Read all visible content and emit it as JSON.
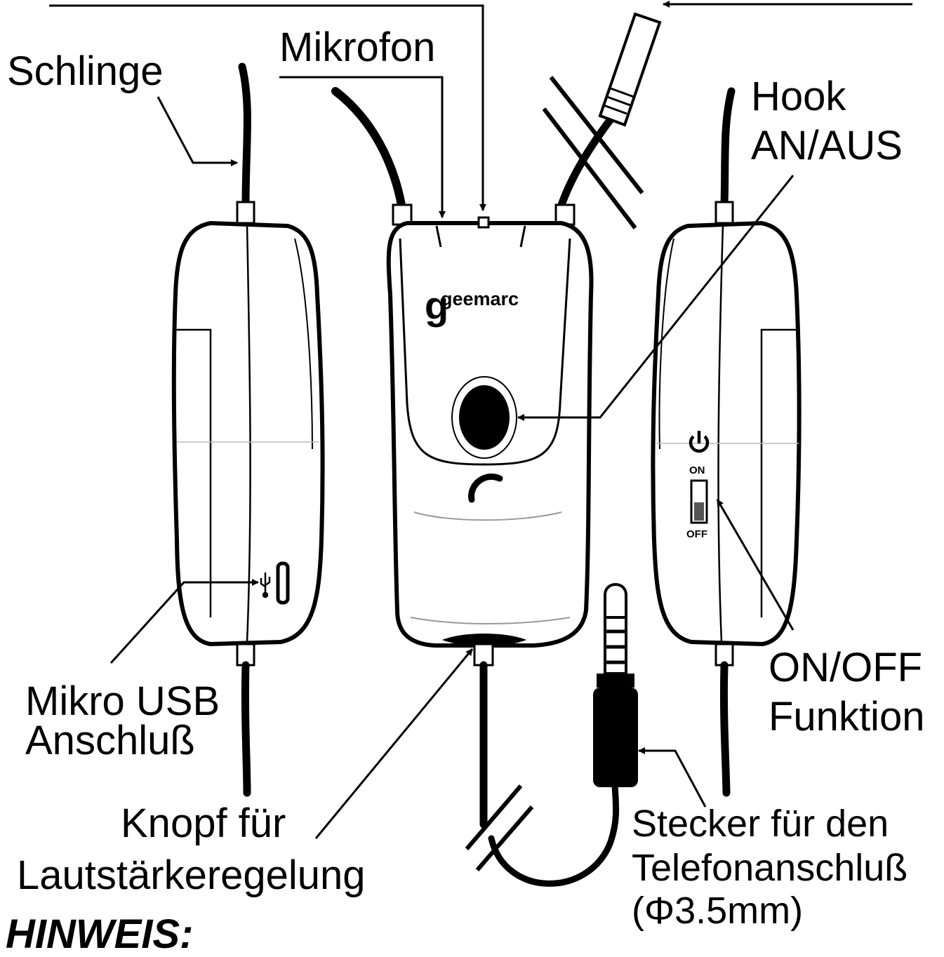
{
  "labels": {
    "schlinge": "Schlinge",
    "mikrofon": "Mikrofon",
    "hook_line1": "Hook",
    "hook_line2": "AN/AUS",
    "usb_line1": "Mikro USB",
    "usb_line2": "Anschluß",
    "onoff_line1": "ON/OFF",
    "onoff_line2": "Funktion",
    "knopf_line1": "Knopf für",
    "knopf_line2": "Lautstärkeregelung",
    "stecker_line1": "Stecker für den",
    "stecker_line2": "Telefonanschluß",
    "stecker_line3": "(Φ3.5mm)",
    "hinweis": "HINWEIS:"
  },
  "device": {
    "brand": "geemarc",
    "switch_on": "ON",
    "switch_off": "OFF"
  },
  "colors": {
    "ink": "#000000",
    "body": "#ffffff",
    "switch_knob": "#555555"
  }
}
